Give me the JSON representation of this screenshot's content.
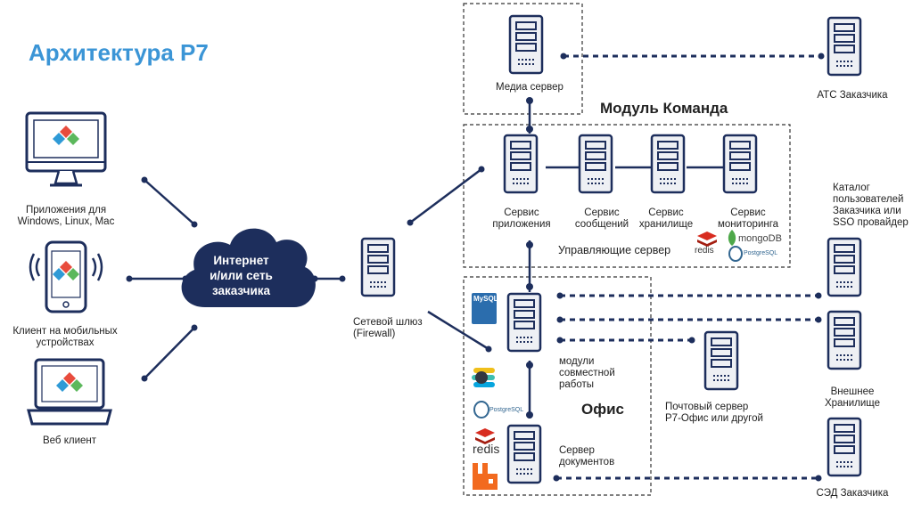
{
  "title": "Архитектура Р7",
  "groups": {
    "team_module": "Модуль Команда",
    "office": "Офис",
    "managing_servers": "Управляющие сервер"
  },
  "cloud": {
    "label": "Интернет\nи/или сеть\nзаказчика"
  },
  "clients": {
    "desktop": "Приложения для\nWindows, Linux,  Mac",
    "mobile": "Клиент на мобильных\nустройствах",
    "web": "Веб клиент"
  },
  "gateway": "Сетевой шлюз\n(Firewall)",
  "media_server": "Медиа сервер",
  "pbx": "АТС Заказчика",
  "team_servers": {
    "app": "Сервис\nприложения",
    "messages": "Сервис\nсообщений",
    "storage": "Сервис\nхранилище",
    "monitoring": "Сервис\nмониторинга"
  },
  "office_servers": {
    "collab": "модули\nсовместной\nработы",
    "docs": "Сервер\nдокументов"
  },
  "mail_server": "Почтовый сервер\nР7-Офис или другой",
  "external": {
    "catalog": "Каталог\nпользователей\nЗаказчика или\nSSO провайдер",
    "storage": "Внешнее\nХранилище",
    "edms": "СЭД Заказчика"
  },
  "tech_logos": {
    "mysql": "MySQL",
    "postgres": "PostgreSQL",
    "redis": "redis",
    "mongodb": "mongoDB"
  },
  "colors": {
    "accent": "#3b95d6",
    "navy": "#1d2e5c",
    "server_fill": "#eef0f4",
    "redis_red": "#d82c20",
    "mongo_green": "#4ea84a",
    "rabbit_orange": "#f26a1f",
    "mysql_blue": "#2b6dad"
  }
}
